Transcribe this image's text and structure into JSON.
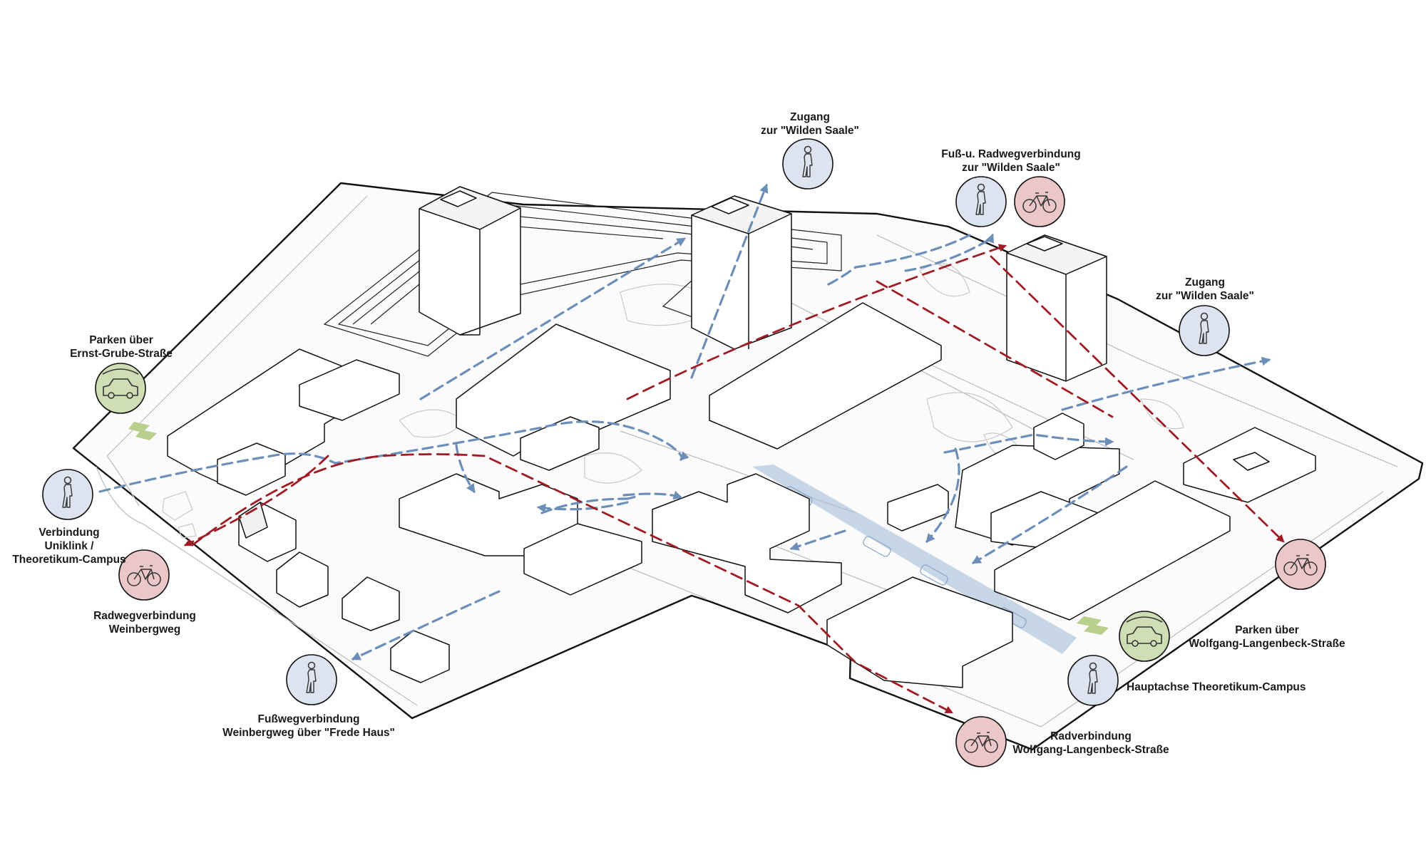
{
  "colors": {
    "pedestrian_fill": "#dde4ef",
    "bike_fill": "#ecc7ca",
    "parking_fill": "#cfddb5",
    "pedestrian_path": "#6c8fba",
    "bike_path": "#a01c25",
    "main_axis": "#a9c1dc",
    "outline": "#111111"
  },
  "labels": {
    "zugang_top": [
      "Zugang",
      "zur \"Wilden Saale\""
    ],
    "fuss_rad_top": [
      "Fuß-u. Radwegverbindung",
      "zur \"Wilden Saale\""
    ],
    "zugang_right": [
      "Zugang",
      "zur \"Wilden Saale\""
    ],
    "parken_ernst": [
      "Parken über",
      "Ernst-Grube-Straße"
    ],
    "verbindung_uniklink": [
      "Verbindung",
      "Uniklink /",
      "Theoretikum-Campus"
    ],
    "radweg_weinberg": [
      "Radwegverbindung",
      "Weinbergweg"
    ],
    "fussweg_frede": [
      "Fußwegverbindung",
      "Weinbergweg über \"Frede Haus\""
    ],
    "parken_wolfgang": [
      "Parken über",
      "Wolfgang-Langenbeck-Straße"
    ],
    "hauptachse": "Hauptachse Theoretikum-Campus",
    "radverbindung_wolfgang": [
      "Radverbindung",
      "Wolfgang-Langenbeck-Straße"
    ]
  },
  "markers": [
    {
      "id": "zugang-top",
      "type": "pedestrian",
      "icon": "walking-person-icon"
    },
    {
      "id": "fuss-top",
      "type": "pedestrian",
      "icon": "walking-person-icon"
    },
    {
      "id": "rad-top",
      "type": "bike",
      "icon": "bicycle-icon"
    },
    {
      "id": "zugang-right",
      "type": "pedestrian",
      "icon": "walking-person-icon"
    },
    {
      "id": "parken-ernst",
      "type": "parking",
      "icon": "car-icon"
    },
    {
      "id": "uniklink",
      "type": "pedestrian",
      "icon": "walking-person-icon"
    },
    {
      "id": "radweg-weinberg",
      "type": "bike",
      "icon": "bicycle-icon"
    },
    {
      "id": "fussweg-frede",
      "type": "pedestrian",
      "icon": "walking-person-icon"
    },
    {
      "id": "rad-right",
      "type": "bike",
      "icon": "bicycle-icon"
    },
    {
      "id": "parken-wolfgang",
      "type": "parking",
      "icon": "car-icon"
    },
    {
      "id": "hauptachse",
      "type": "pedestrian",
      "icon": "walking-person-icon"
    },
    {
      "id": "radverbindung-wolfgang",
      "type": "bike",
      "icon": "bicycle-icon"
    }
  ]
}
